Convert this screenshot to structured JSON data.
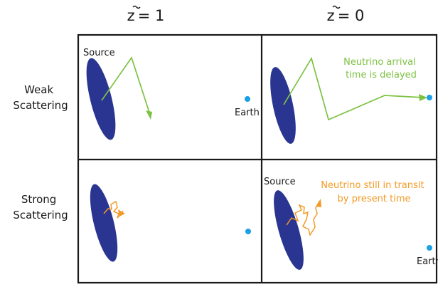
{
  "columns": [
    {
      "base": "z",
      "value": "= 1"
    },
    {
      "base": "z",
      "value": "= 0"
    }
  ],
  "rows": [
    {
      "line1": "Weak",
      "line2": "Scattering"
    },
    {
      "line1": "Strong",
      "line2": "Scattering"
    }
  ],
  "labels": {
    "source": "Source",
    "earth": "Earth",
    "weak_note_line1": "Neutrino arrival",
    "weak_note_line2": "time is delayed",
    "strong_note_line1": "Neutrino still in transit",
    "strong_note_line2": "by present time"
  },
  "colors": {
    "source": "#2a3592",
    "earth": "#1aa0e6",
    "weak_path": "#7dc242",
    "strong_path": "#f39a25",
    "grid": "#1a1a1a"
  }
}
